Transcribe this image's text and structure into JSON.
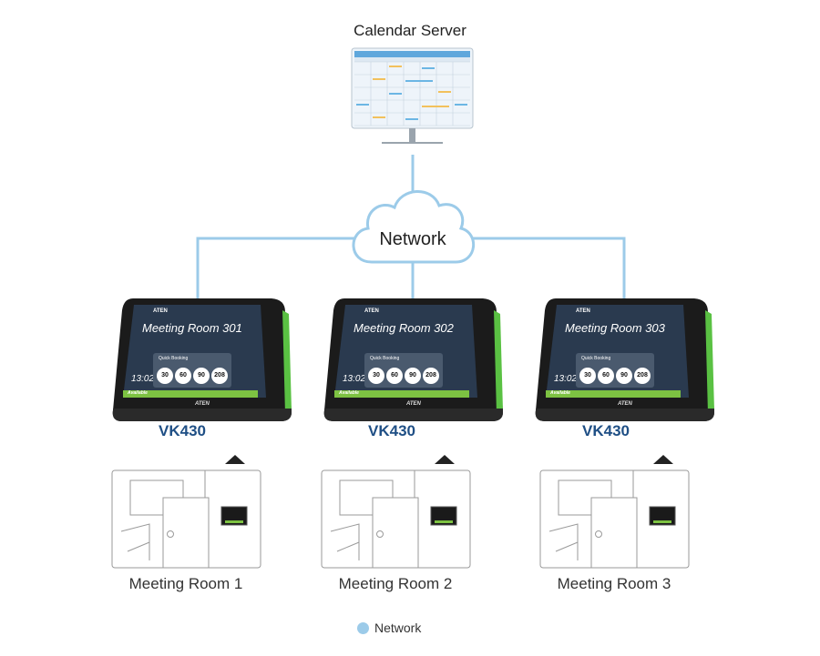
{
  "server": {
    "title": "Calendar Server"
  },
  "network": {
    "label": "Network"
  },
  "devices": [
    {
      "model": "VK430",
      "room_display": "Meeting Room 301",
      "time": "13:02",
      "quick_booking": "Quick Booking",
      "durations": [
        "30",
        "60",
        "90",
        "208"
      ],
      "status": "Available",
      "brand": "ATEN"
    },
    {
      "model": "VK430",
      "room_display": "Meeting Room 302",
      "time": "13:02",
      "quick_booking": "Quick Booking",
      "durations": [
        "30",
        "60",
        "90",
        "208"
      ],
      "status": "Available",
      "brand": "ATEN"
    },
    {
      "model": "VK430",
      "room_display": "Meeting Room 303",
      "time": "13:02",
      "quick_booking": "Quick Booking",
      "durations": [
        "30",
        "60",
        "90",
        "208"
      ],
      "status": "Available",
      "brand": "ATEN"
    }
  ],
  "rooms": [
    {
      "label": "Meeting Room 1"
    },
    {
      "label": "Meeting Room 2"
    },
    {
      "label": "Meeting Room 3"
    }
  ],
  "legend": {
    "label": "Network",
    "color": "#9ccbe9"
  },
  "colors": {
    "network_line": "#9ccbe9",
    "model_text": "#1f4f85",
    "bezel": "#111111",
    "edge_green": "#5ac143",
    "status_bar": "#7dc242"
  }
}
